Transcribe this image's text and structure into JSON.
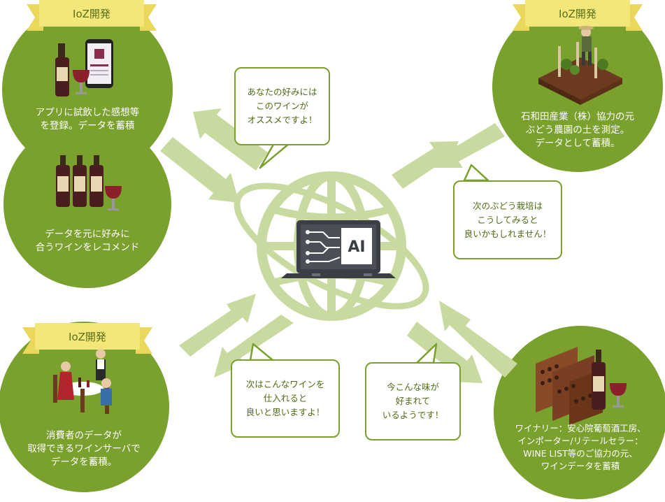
{
  "ribbons": {
    "top_left": "IoZ開発",
    "top_right": "IoZ開発",
    "bottom_left": "IoZ開発"
  },
  "circles": {
    "app_registration": "アプリに試飲した感想等\nを登録。データを蓄積",
    "recommend": "データを元に好みに\n合うワインをレコメンド",
    "vineyard": "石和田産業（株）協力の元\nぶどう農園の土を測定。\nデータとして蓄積。",
    "consumer_server": "消費者のデータが\n取得できるワインサーバで\nデータを蓄積。",
    "winery": "ワイナリー：安心院葡萄酒工房、\nインポーター/リテールセラー：\nWINE LIST等のご協力の元、\nワインデータを蓄積"
  },
  "bubbles": {
    "recommend_msg": "あなたの好みには\nこのワインが\nオススメですよ！",
    "cultivation_msg": "次のぶどう栽培は\nこうしてみると\n良いかもしれません！",
    "purchase_msg": "次はこんなワインを\n仕入れると\n良いと思いますよ！",
    "trend_msg": "今こんな味が\n好まれて\nいるようです！"
  },
  "center": {
    "ai_label": "AI"
  },
  "colors": {
    "circle_green": "#7aa02d",
    "arrow_green": "#c9daa0",
    "ribbon_yellow": "#f3e77a",
    "bubble_border": "#7aa02d",
    "globe_green": "#c9daa0",
    "laptop_dark": "#3b3f45"
  }
}
